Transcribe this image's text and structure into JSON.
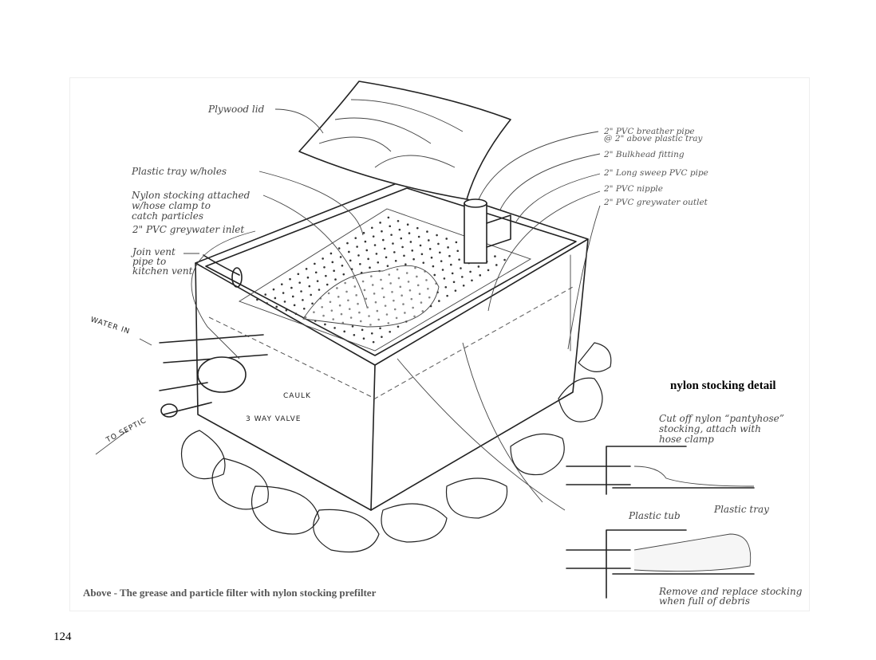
{
  "figure": {
    "labels": {
      "plywood_lid": "Plywood lid",
      "plastic_tray": "Plastic tray w/holes",
      "nylon_1": "Nylon stocking attached",
      "nylon_2": "w/hose clamp to",
      "nylon_3": "catch particles",
      "inlet": "2\" PVC greywater inlet",
      "vent_1": "Join vent",
      "vent_2": "pipe to",
      "vent_3": "kitchen vent",
      "water_in": "WATER IN",
      "to_septic": "TO SEPTIC",
      "caulk": "CAULK",
      "valve": "3 WAY VALVE",
      "breather_1": "2\" PVC breather pipe",
      "breather_2": "@ 2\" above plastic tray",
      "bulkhead": "2\" Bulkhead fitting",
      "long_sweep": "2\" Long sweep PVC pipe",
      "nipple": "2\" PVC nipple",
      "outlet": "2\" PVC greywater outlet"
    },
    "detail": {
      "title": "nylon stocking detail",
      "cut_1": "Cut off nylon “pantyhose”",
      "cut_2": "stocking, attach with",
      "cut_3": "hose clamp",
      "plastic_tub": "Plastic tub",
      "plastic_tray": "Plastic tray",
      "remove_1": "Remove and replace stocking",
      "remove_2": "when full of debris"
    },
    "caption": "Above - The grease and particle filter with nylon stocking prefilter"
  },
  "page_number": "124"
}
